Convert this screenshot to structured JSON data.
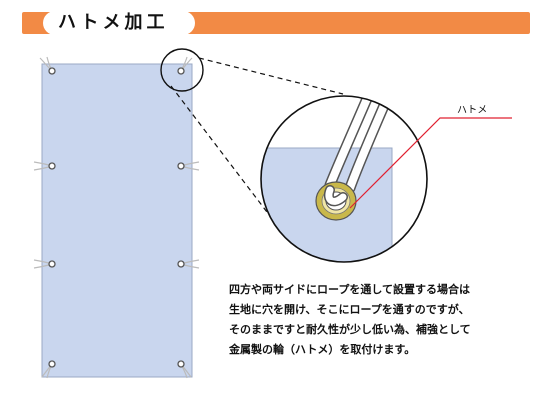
{
  "header": {
    "title": "ハトメ加工"
  },
  "callout_label": "ハトメ",
  "caption_lines": [
    "四方や両サイドにロープを通して設置する場合は",
    "生地に穴を開け、そこにロープを通すのですが、",
    "そのままですと耐久性が少し低い為、補強として",
    "金属製の輪（ハトメ）を取付けます。"
  ],
  "colors": {
    "accent": "#f28a45",
    "banner": "#c9d6ee",
    "callout_line": "#e02030",
    "grommet_ring": "#c9b84a"
  }
}
